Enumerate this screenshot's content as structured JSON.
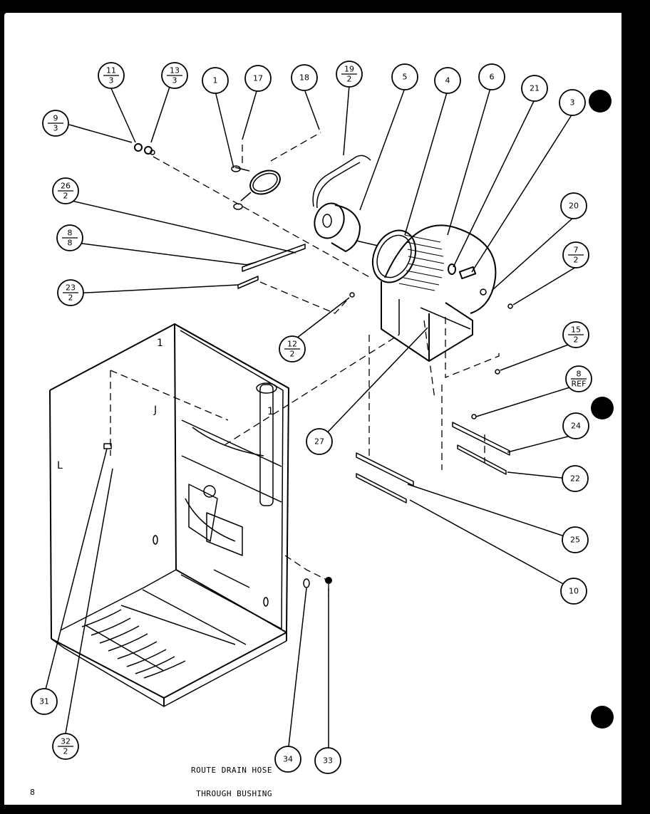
{
  "note": {
    "line1": "ROUTE DRAIN HOSE",
    "line2": "THROUGH BUSHING"
  },
  "page_number": "8",
  "callouts": [
    {
      "id": "c11",
      "top": "11",
      "bottom": "3"
    },
    {
      "id": "c13",
      "top": "13",
      "bottom": "3"
    },
    {
      "id": "c9",
      "top": "9",
      "bottom": "3"
    },
    {
      "id": "c1",
      "top": "1"
    },
    {
      "id": "c17",
      "top": "17"
    },
    {
      "id": "c18",
      "top": "18"
    },
    {
      "id": "c19",
      "top": "19",
      "bottom": "2"
    },
    {
      "id": "c5",
      "top": "5"
    },
    {
      "id": "c4",
      "top": "4"
    },
    {
      "id": "c6",
      "top": "6"
    },
    {
      "id": "c21",
      "top": "21"
    },
    {
      "id": "c3",
      "top": "3"
    },
    {
      "id": "c26",
      "top": "26",
      "bottom": "2"
    },
    {
      "id": "c8a",
      "top": "8",
      "bottom": "8"
    },
    {
      "id": "c23",
      "top": "23",
      "bottom": "2"
    },
    {
      "id": "c20",
      "top": "20"
    },
    {
      "id": "c7",
      "top": "7",
      "bottom": "2"
    },
    {
      "id": "c12",
      "top": "12",
      "bottom": "2"
    },
    {
      "id": "c15",
      "top": "15",
      "bottom": "2"
    },
    {
      "id": "c8ref",
      "top": "8",
      "bottom": "REF"
    },
    {
      "id": "c24",
      "top": "24"
    },
    {
      "id": "c27",
      "top": "27"
    },
    {
      "id": "c22",
      "top": "22"
    },
    {
      "id": "c25",
      "top": "25"
    },
    {
      "id": "c10",
      "top": "10"
    },
    {
      "id": "c31",
      "top": "31"
    },
    {
      "id": "c32",
      "top": "32",
      "bottom": "2"
    },
    {
      "id": "c34",
      "top": "34"
    },
    {
      "id": "c33",
      "top": "33"
    }
  ]
}
